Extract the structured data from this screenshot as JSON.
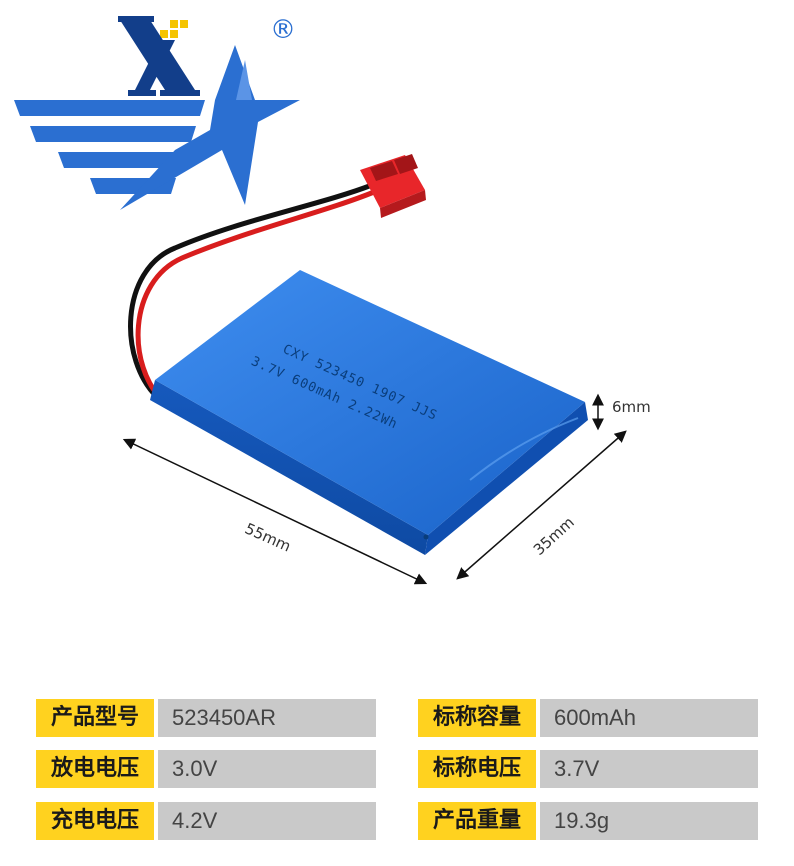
{
  "logo": {
    "name": "star-x-logo",
    "registered_mark": "®",
    "colors": {
      "blue": "#2b6fd1",
      "dark_blue": "#123e8a",
      "yellow": "#f5c400"
    }
  },
  "battery": {
    "print_line1": "CXY 523450 1907 JJS",
    "print_line2": "3.7V 600mAh 2.22Wh",
    "colors": {
      "body": "#1e6fd6",
      "connector": "#e8262a",
      "wire_red": "#d81d1d",
      "wire_black": "#111111"
    }
  },
  "dimensions": {
    "length": "55mm",
    "width": "35mm",
    "thickness": "6mm"
  },
  "specs": [
    [
      {
        "label": "产品型号",
        "value": "523450AR"
      },
      {
        "label": "标称容量",
        "value": "600mAh"
      }
    ],
    [
      {
        "label": "放电电压",
        "value": "3.0V"
      },
      {
        "label": "标称电压",
        "value": "3.7V"
      }
    ],
    [
      {
        "label": "充电电压",
        "value": "4.2V"
      },
      {
        "label": "产品重量",
        "value": "19.3g"
      }
    ]
  ]
}
